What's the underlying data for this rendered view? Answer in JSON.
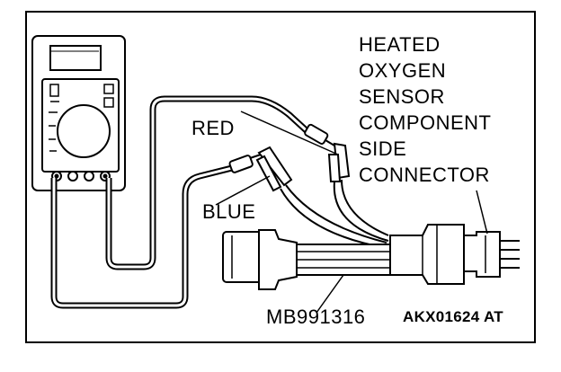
{
  "labels": {
    "sensor_line1": "HEATED",
    "sensor_line2": "OXYGEN",
    "sensor_line3": "SENSOR",
    "sensor_line4": "COMPONENT",
    "sensor_line5": "SIDE",
    "sensor_line6": "CONNECTOR",
    "red_probe": "RED",
    "blue_probe": "BLUE",
    "harness_tool": "MB991316",
    "figure_code": "AKX01624 AT"
  }
}
